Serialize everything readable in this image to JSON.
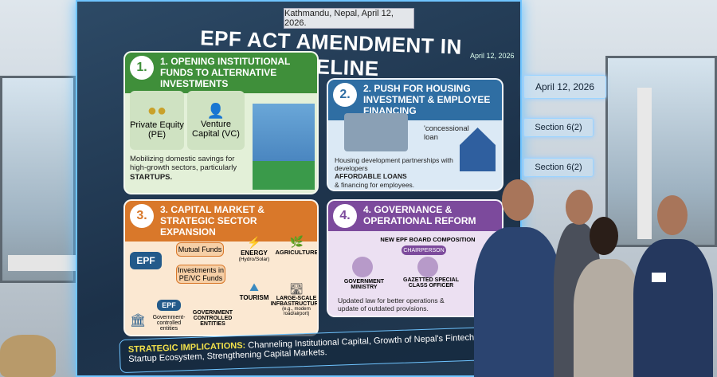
{
  "dateline": "Kathmandu, Nepal, April 12, 2026.",
  "title": "EPF ACT AMENDMENT IN PIPELINE",
  "screen_date": "April 12, 2026",
  "panels": {
    "p1": {
      "num": "1.",
      "title": "1. OPENING INSTITUTIONAL FUNDS TO ALTERNATIVE INVESTMENTS",
      "pe": "Private Equity (PE)",
      "vc": "Venture Capital (VC)",
      "desc": "Mobilizing domestic savings for high-growth sectors, particularly",
      "desc_bold": "STARTUPS."
    },
    "p2": {
      "num": "2.",
      "title": "2. PUSH FOR HOUSING INVESTMENT & EMPLOYEE FINANCING",
      "loan": "'concessional loan",
      "desc1": "Housing development partnerships with developers",
      "desc_bold": "AFFORDABLE LOANS",
      "desc2": "& financing for employees."
    },
    "p3": {
      "num": "3.",
      "title": "3. CAPITAL MARKET & STRATEGIC SECTOR EXPANSION",
      "epf": "EPF",
      "mutual": "Mutual Funds",
      "pevc": "Investments in PE/VC Funds",
      "energy": "ENERGY",
      "energy_sub": "(Hydro/Solar)",
      "agri": "AGRICULTURE",
      "tourism": "TOURISM",
      "infra": "LARGE-SCALE INFBASTRUCTURE",
      "infra_sub": "(e.g., modern road/airport)",
      "epf2": "EPF",
      "gov1": "Government-controlled entities",
      "gov2": "GOVERNMENT CONTROLLED ENTITIES"
    },
    "p4": {
      "num": "4.",
      "title": "4. GOVERNANCE & OPERATIONAL REFORM",
      "board": "NEW EPF BOARD COMPOSITION",
      "chair": "CHAIRPERSON",
      "ministry": "GOVERNMENT MINISTRY",
      "officer": "GAZETTED SPECIAL CLASS OFFICER",
      "desc": "Updated law for better operations & update of outdated provisions."
    }
  },
  "implications": {
    "label": "STRATEGIC IMPLICATIONS:",
    "text": "Channeling Institutional Capital, Growth of Nepal's Fintech & Startup Ecosystem, Strengthening Capital Markets."
  },
  "floating": [
    "April 12, 2026",
    "Section 6(2)",
    "Section 6(2)"
  ],
  "colors": {
    "green": "#3f8f3a",
    "blue": "#2f6ea3",
    "orange": "#d9782a",
    "purple": "#7c4a9c",
    "yellow": "#f2e14a",
    "glow": "#6fc4ff"
  }
}
